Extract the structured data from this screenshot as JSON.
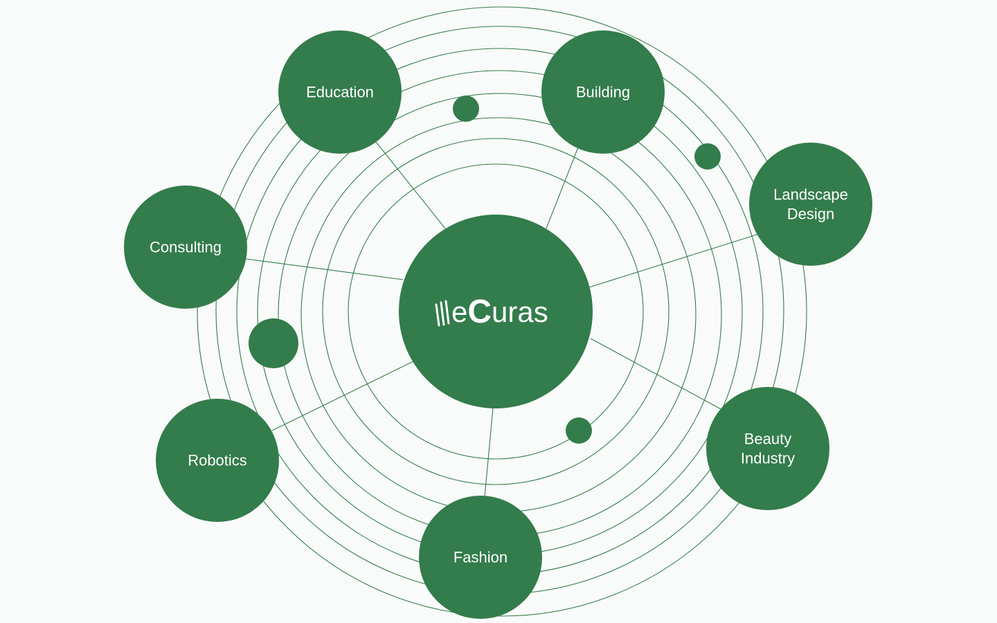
{
  "colors": {
    "background": "#f9fafa",
    "node_fill": "#337c4b",
    "ring_stroke": "#337c4b",
    "text": "#ffffff"
  },
  "center": {
    "logo_prefix": "e",
    "logo_accent": "C",
    "logo_suffix": "uras",
    "logo_mark": "stripes-mark"
  },
  "nodes": [
    {
      "id": "education",
      "label_lines": [
        "Education"
      ]
    },
    {
      "id": "building",
      "label_lines": [
        "Building"
      ]
    },
    {
      "id": "landscape-design",
      "label_lines": [
        "Landscape",
        "Design"
      ]
    },
    {
      "id": "consulting",
      "label_lines": [
        "Consulting"
      ]
    },
    {
      "id": "robotics",
      "label_lines": [
        "Robotics"
      ]
    },
    {
      "id": "fashion",
      "label_lines": [
        "Fashion"
      ]
    },
    {
      "id": "beauty-industry",
      "label_lines": [
        "Beauty",
        "Industry"
      ]
    }
  ]
}
